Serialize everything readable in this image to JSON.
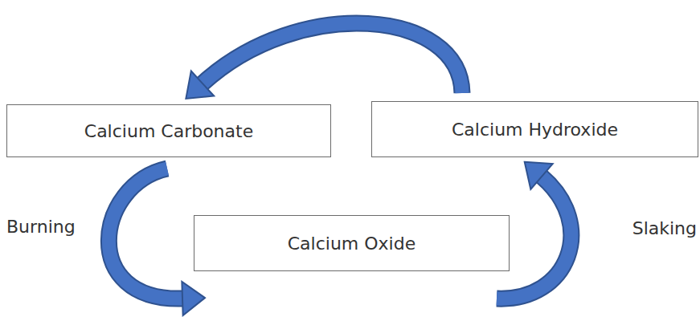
{
  "diagram": {
    "nodes": [
      {
        "text": [
          "Calcium Carbonate"
        ]
      },
      {
        "text": [
          "Calcium Hydroxide"
        ]
      },
      {
        "text": [
          "Calcium Oxide"
        ]
      }
    ],
    "edges": [
      {
        "from": 0,
        "to": 2,
        "arrow": "to",
        "label": "Burning"
      },
      {
        "from": 2,
        "to": 1,
        "arrow": "to",
        "label": "Slaking"
      },
      {
        "from": 1,
        "to": 0,
        "arrow": "to"
      }
    ]
  }
}
